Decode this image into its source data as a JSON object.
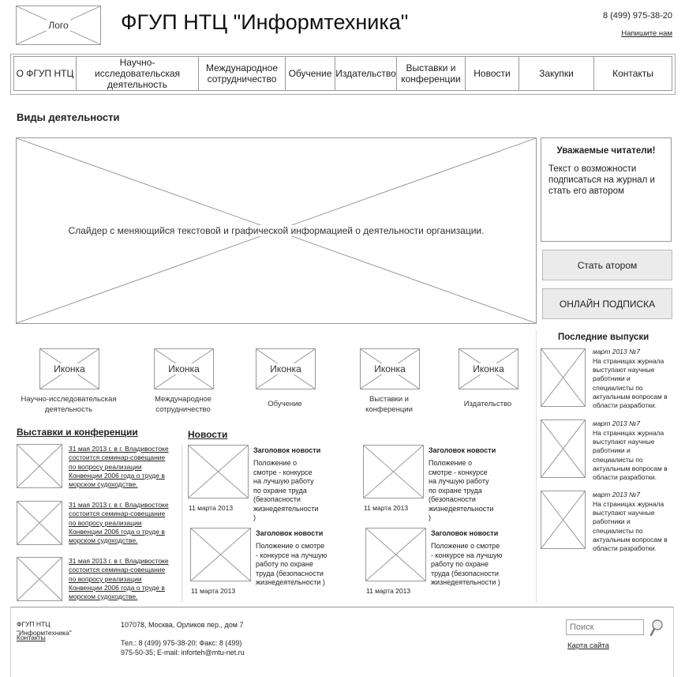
{
  "header": {
    "logo_label": "Лого",
    "site_title": "ФГУП НТЦ \"Информтехника\"",
    "phone": "8 (499) 975-38-20",
    "write_us": "Напишите нам"
  },
  "nav": {
    "items": [
      {
        "label": "О ФГУП НТЦ"
      },
      {
        "label": "Научно-исследовательская деятельность"
      },
      {
        "label": "Международное сотрудничество"
      },
      {
        "label": "Обучение"
      },
      {
        "label": "Издательство"
      },
      {
        "label": "Выставки и конференции"
      },
      {
        "label": "Новости"
      },
      {
        "label": "Закупки"
      },
      {
        "label": "Контакты"
      }
    ]
  },
  "section_title": "Виды деятельности",
  "slider": {
    "text": "Слайдер с меняющийся текстовой и графической информацией о деятельности организации."
  },
  "readers_box": {
    "title": "Уважаемые читатели!",
    "text": "Текст о возможности подписаться на журнал и стать его автором"
  },
  "buttons": {
    "become_author": "Стать атором",
    "online_subscription": "ОНЛАЙН ПОДПИСКА"
  },
  "icons": [
    {
      "label": "Иконка",
      "caption": "Научно-исследовательская деятельность"
    },
    {
      "label": "Иконка",
      "caption": "Международное сотрудничество"
    },
    {
      "label": "Иконка",
      "caption": "Обучение"
    },
    {
      "label": "Иконка",
      "caption": "Выставки и конференции"
    },
    {
      "label": "Иконка",
      "caption": "Издательство"
    }
  ],
  "exhibitions": {
    "title": "Выставки и конференции",
    "items": [
      {
        "text": "31 мая 2013 г. в г. Владивостоке состоится семинар-совещание по вопросу реализации Конвенции 2006 года о труде в морском судоходстве."
      },
      {
        "text": "31 мая 2013 г. в г. Владивостоке состоится семинар-совещание по вопросу реализации Конвенции 2006 года о труде в морском судоходстве."
      },
      {
        "text": "31 мая 2013 г. в г. Владивостоке состоится семинар-совещание по вопросу реализации Конвенции 2006 года о труде в морском судоходстве."
      }
    ]
  },
  "news": {
    "title": "Новости",
    "items": [
      {
        "headline": "Заголовок новости",
        "text": "Положение о смотре - конкурсе на лучшую работу по охране труда (безопасности жизнедеятельности )",
        "date": "11 марта 2013"
      },
      {
        "headline": "Заголовок новости",
        "text": "Положение о смотре - конкурсе на лучшую работу по охране труда (безопасности жизнедеятельности )",
        "date": "11 марта 2013"
      },
      {
        "headline": "Заголовок новости",
        "text": "Положение о смотре - конкурсе на лучшую работу по охране труда (безопасности жизнедеятельности )",
        "date": "11 марта 2013"
      },
      {
        "headline": "Заголовок новости",
        "text": "Положение о смотре - конкурсе на лучшую работу по охране труда (безопасности жизнедеятельности )",
        "date": "11 марта 2013"
      }
    ]
  },
  "issues": {
    "title": "Последние выпуски",
    "items": [
      {
        "title": "март 2013 №7",
        "text": "На страницах журнала выступают научные работники и специалисты по актуальным вопросам в области разработки."
      },
      {
        "title": "март 2013 №7",
        "text": "На страницах журнала выступают научные работники и специалисты по актуальным вопросам в области разработки."
      },
      {
        "title": "март 2013 №7",
        "text": "На страницах журнала выступают научные работники и специалисты по актуальным вопросам в области разработки."
      }
    ]
  },
  "footer": {
    "org": "ФГУП НТЦ \"Информтехника\"",
    "contacts_link": "Контакты",
    "address": "107078, Москва, Орликов пер., дом 7",
    "phones": "Тел.: 8 (499) 975-38-20;  Факс: 8 (499) 975-50-35;  E-mail: inforteh@mtu-net.ru",
    "search_placeholder": "Поиск",
    "sitemap": "Карта сайта"
  }
}
